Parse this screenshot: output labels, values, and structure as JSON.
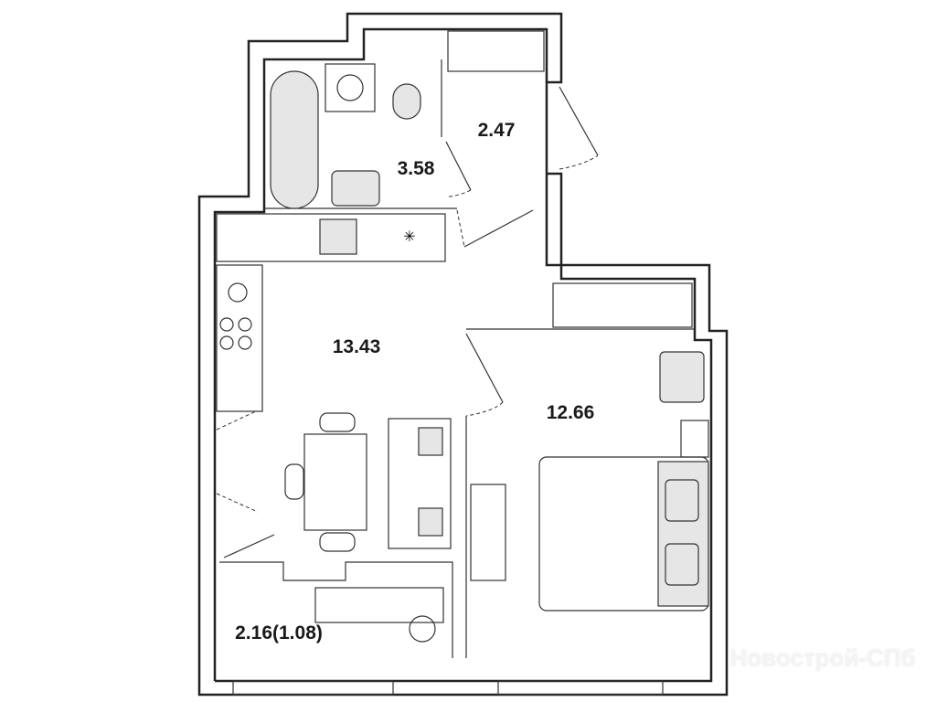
{
  "rooms": [
    {
      "id": "bathroom",
      "area": "3.58"
    },
    {
      "id": "hallway",
      "area": "2.47"
    },
    {
      "id": "kitchen-living",
      "area": "13.43"
    },
    {
      "id": "bedroom",
      "area": "12.66"
    },
    {
      "id": "balcony",
      "area": "2.16(1.08)"
    }
  ],
  "watermark": "Новострой-СПб"
}
